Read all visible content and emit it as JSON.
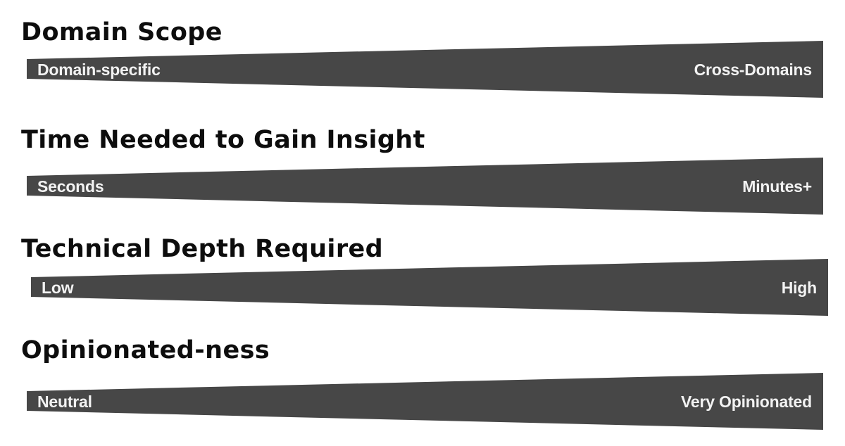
{
  "sections": [
    {
      "title": "Domain Scope",
      "left_label": "Domain-specific",
      "right_label": "Cross-Domains"
    },
    {
      "title": "Time Needed to Gain Insight",
      "left_label": "Seconds",
      "right_label": "Minutes+"
    },
    {
      "title": "Technical Depth Required",
      "left_label": "Low",
      "right_label": "High"
    },
    {
      "title": "Opinionated-ness",
      "left_label": "Neutral",
      "right_label": "Very Opinionated"
    }
  ],
  "colors": {
    "wedge_fill": "#474747",
    "heading_text": "#0d0d0d",
    "label_text": "#f2f2f2",
    "background": "#ffffff"
  }
}
